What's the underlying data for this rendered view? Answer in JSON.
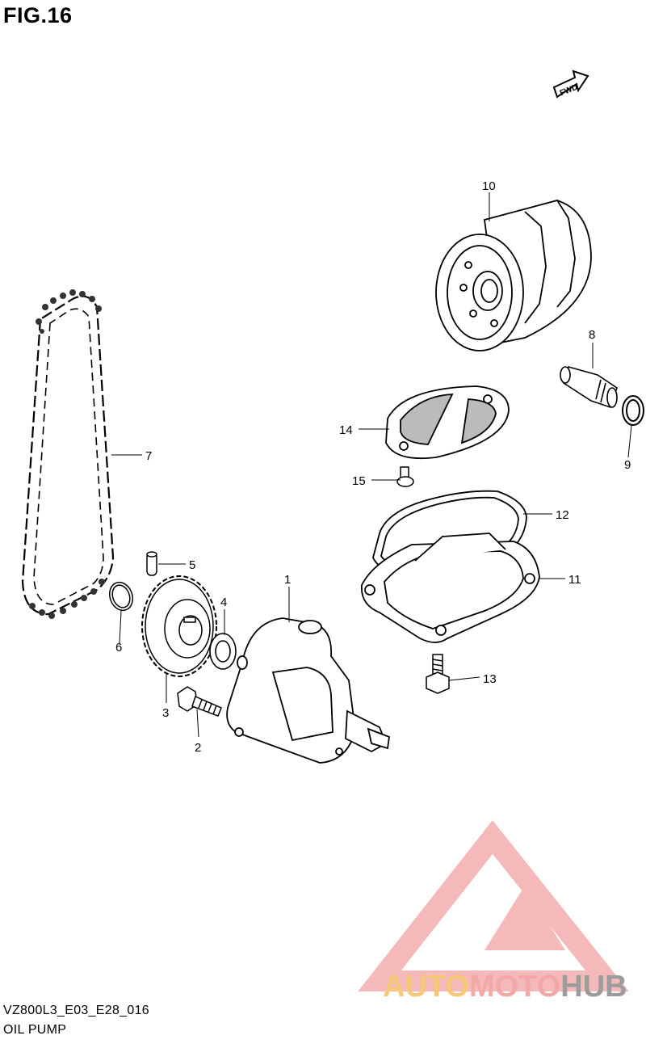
{
  "figure": {
    "title": "FIG.16"
  },
  "direction_badge": {
    "label": "FWD"
  },
  "callouts": [
    {
      "id": "c1",
      "label": "1"
    },
    {
      "id": "c2",
      "label": "2"
    },
    {
      "id": "c3",
      "label": "3"
    },
    {
      "id": "c4",
      "label": "4"
    },
    {
      "id": "c5",
      "label": "5"
    },
    {
      "id": "c6",
      "label": "6"
    },
    {
      "id": "c7",
      "label": "7"
    },
    {
      "id": "c8",
      "label": "8"
    },
    {
      "id": "c9",
      "label": "9"
    },
    {
      "id": "c10",
      "label": "10"
    },
    {
      "id": "c11",
      "label": "11"
    },
    {
      "id": "c12",
      "label": "12"
    },
    {
      "id": "c13",
      "label": "13"
    },
    {
      "id": "c14",
      "label": "14"
    },
    {
      "id": "c15",
      "label": "15"
    }
  ],
  "footer": {
    "diagram_code": "VZ800L3_E03_E28_016",
    "diagram_name": "OIL PUMP"
  },
  "watermark": {
    "part1": "AUTO",
    "part2": "MOTO",
    "part3": "HUB",
    "colors": {
      "auto": "#f8c87a",
      "moto": "#f3a8a8",
      "hub": "#9c9c9c",
      "mark": "#f3a8a8"
    }
  }
}
